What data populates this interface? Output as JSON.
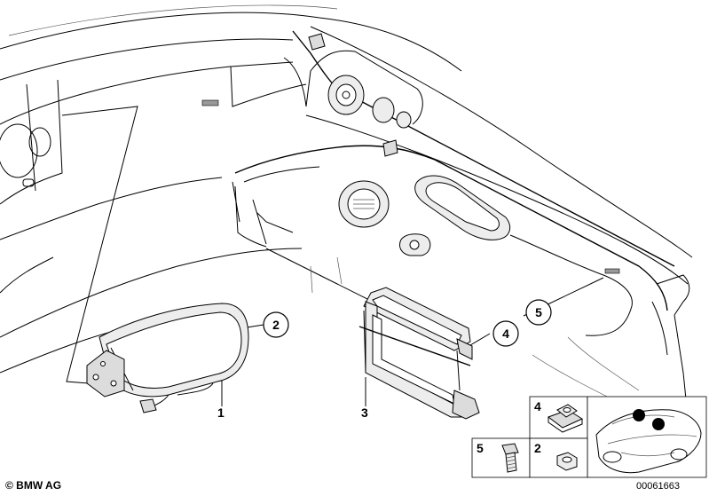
{
  "callouts": [
    {
      "id": "c1",
      "text": "1"
    },
    {
      "id": "c2",
      "text": "2"
    },
    {
      "id": "c3",
      "text": "3"
    },
    {
      "id": "c4",
      "text": "4"
    },
    {
      "id": "c5",
      "text": "5"
    }
  ],
  "inset_labels": {
    "nut_label": "4",
    "bolt_label": "5",
    "hexnut_label": "2"
  },
  "footer": {
    "copyright": "© BMW AG",
    "document_number": "00061663"
  }
}
